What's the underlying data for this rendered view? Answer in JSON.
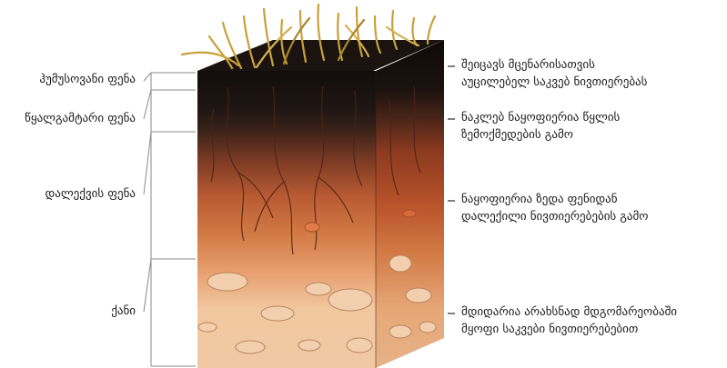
{
  "layers": [
    {
      "id": "humus",
      "name": "ჰუმუსოვანი ფენა"
    },
    {
      "id": "leaching",
      "name": "წყალგამტარი ფენა"
    },
    {
      "id": "accumulation",
      "name": "დალექვის ფენა"
    },
    {
      "id": "bedrock",
      "name": "ქანი"
    }
  ],
  "descriptions": [
    {
      "line1": "შეიცავს მცენარისათვის",
      "line2": "აუცილებელ საკვებ ნივთიერებას"
    },
    {
      "line1": "ნაკლებ ნაყოფიერია წყლის",
      "line2": "ზემოქმედების გამო"
    },
    {
      "line1": "ნაყოფიერია ზედა ფენიდან",
      "line2": "დალექილი ნივთიერებების გამო"
    },
    {
      "line1": "მდიდარია არახსნად მდგომარეობაში",
      "line2": "მყოფი საკვები ნივთიერებებით"
    }
  ],
  "colors": {
    "grass": "#c9a13a",
    "humus": "#1c1512",
    "leaching": "#6b3322",
    "accumulation": "#c96a3a",
    "bedrock": "#e8c09a",
    "line": "#555555"
  }
}
